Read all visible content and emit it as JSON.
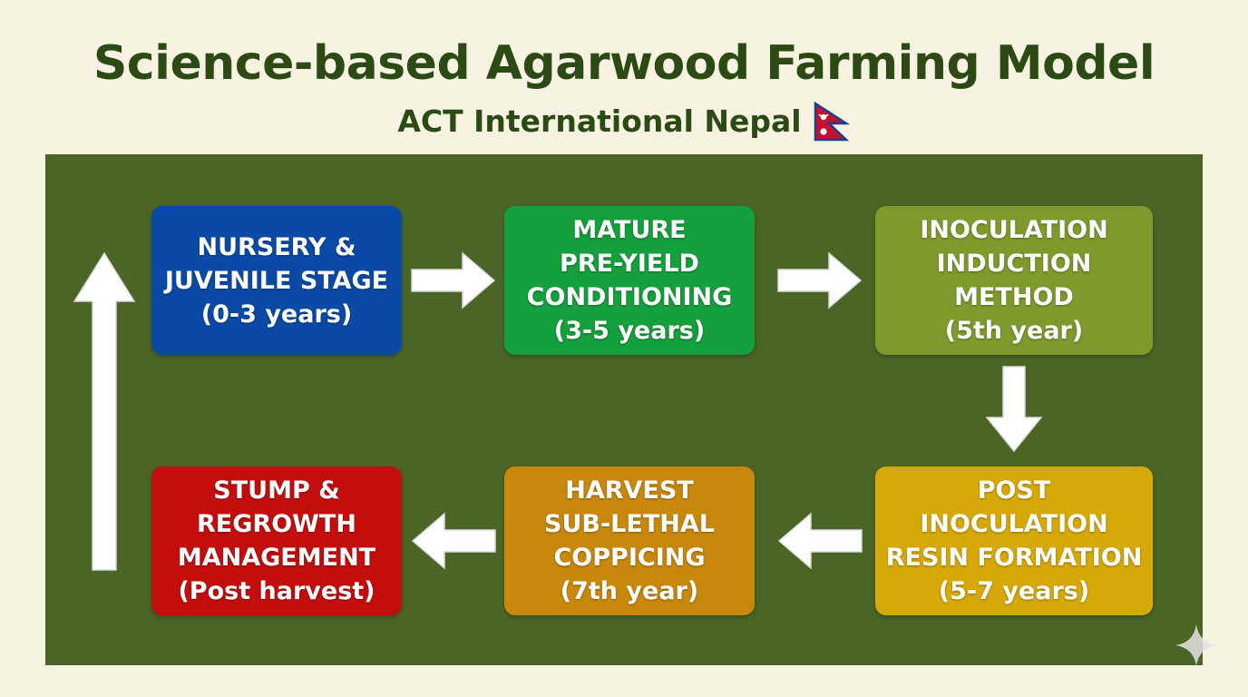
{
  "header": {
    "title": "Science-based Agarwood Farming Model",
    "subtitle": "ACT International Nepal"
  },
  "diagram": {
    "type": "cyclic-flowchart",
    "background_color": "#4a6526",
    "stages": [
      {
        "id": "nursery",
        "label": "NURSERY &\nJUVENILE STAGE\n(0-3 years)",
        "color": "#0a4aa6"
      },
      {
        "id": "mature",
        "label": "MATURE\nPRE-YIELD\nCONDITIONING\n(3-5 years)",
        "color": "#14a03c"
      },
      {
        "id": "inoculation",
        "label": "INOCULATION\nINDUCTION\nMETHOD\n(5th year)",
        "color": "#7e9a2c"
      },
      {
        "id": "post-inoculation",
        "label": "POST\nINOCULATION\nRESIN FORMATION\n(5-7 years)",
        "color": "#d6a808"
      },
      {
        "id": "harvest",
        "label": "HARVEST\nSUB-LETHAL\nCOPPICING\n(7th year)",
        "color": "#c8880c"
      },
      {
        "id": "stump",
        "label": "STUMP &\nREGROWTH\nMANAGEMENT\n(Post harvest)",
        "color": "#c40e0e"
      }
    ],
    "connections": [
      {
        "from": "nursery",
        "to": "mature"
      },
      {
        "from": "mature",
        "to": "inoculation"
      },
      {
        "from": "inoculation",
        "to": "post-inoculation"
      },
      {
        "from": "post-inoculation",
        "to": "harvest"
      },
      {
        "from": "harvest",
        "to": "stump"
      },
      {
        "from": "stump",
        "to": "nursery"
      }
    ]
  },
  "icons": {
    "flag": "nepal-flag-icon",
    "corner": "sparkle-icon"
  }
}
